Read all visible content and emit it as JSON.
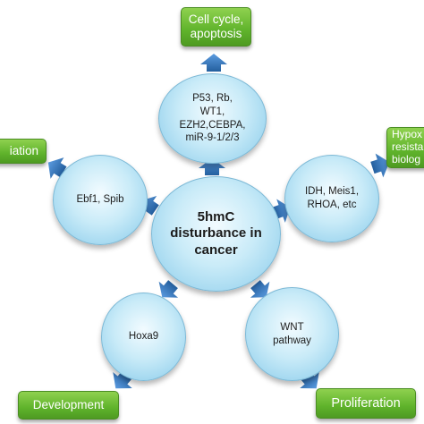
{
  "center": {
    "label": "5hmC\ndisturbance in\ncancer"
  },
  "nodes": {
    "top": {
      "label": "P53, Rb,\nWT1,\nEZH2,CEBPA,\nmiR-9-1/2/3"
    },
    "left": {
      "label": "Ebf1, Spib"
    },
    "right": {
      "label": "IDH, Meis1,\nRHOA, etc"
    },
    "bottom_left": {
      "label": "Hoxa9"
    },
    "bottom_right": {
      "label": "WNT\npathway"
    }
  },
  "outcomes": {
    "top": {
      "label": "Cell cycle,\napoptosis"
    },
    "left": {
      "label": "iation"
    },
    "right": {
      "label": "Hypox\nresista\nbiolog"
    },
    "bottom_left": {
      "label": "Development"
    },
    "bottom_right": {
      "label": "Proliferation"
    }
  },
  "colors": {
    "arrow": "#2f6fb3",
    "box": "#5fb32b",
    "circle": "#bfe6f6"
  }
}
